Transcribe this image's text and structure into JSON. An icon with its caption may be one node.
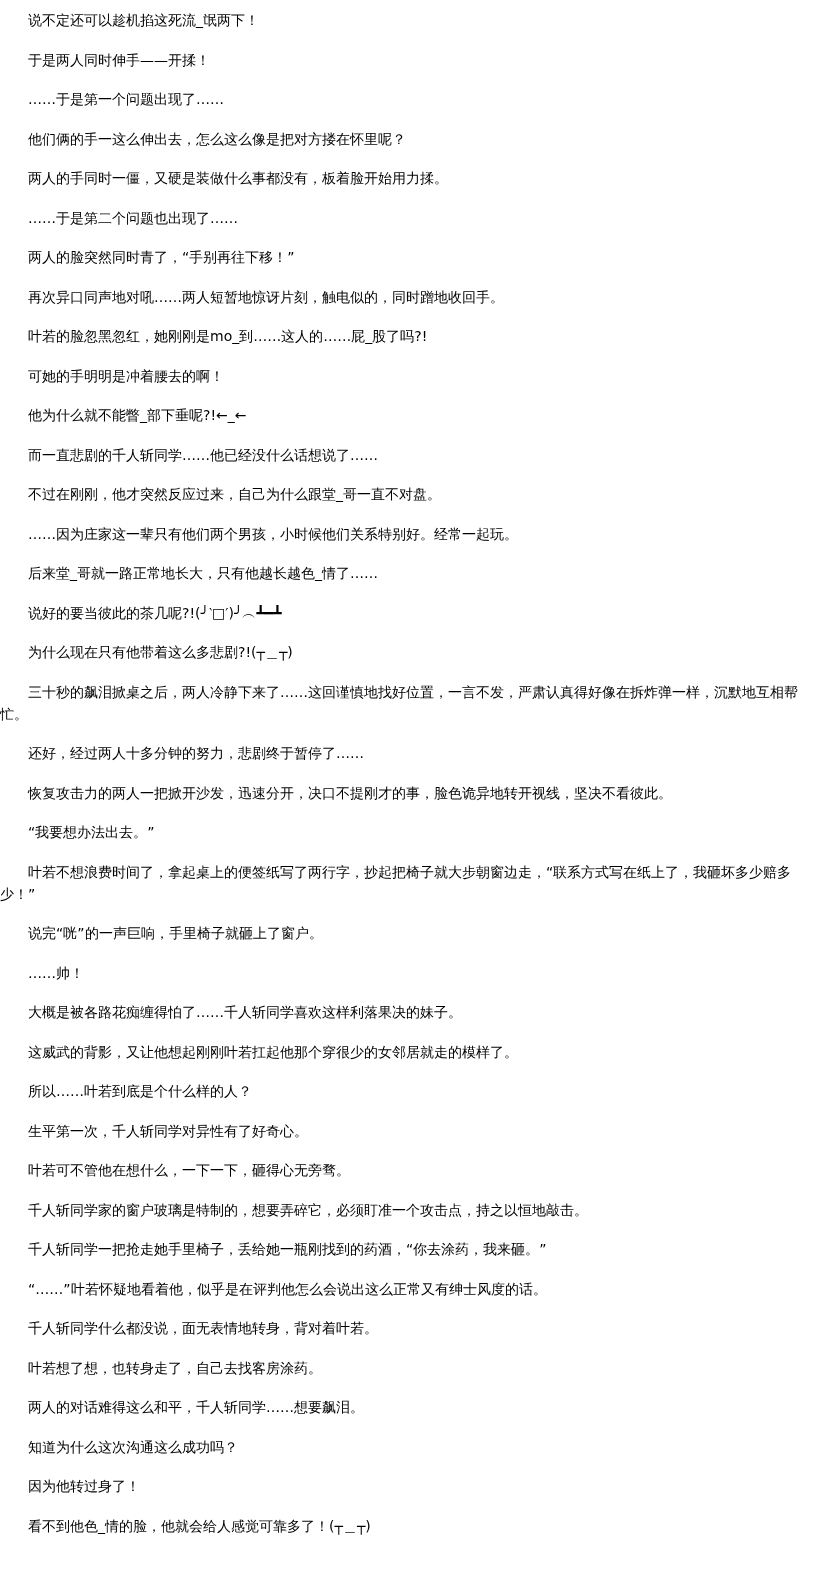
{
  "diagram": {
    "labels": [
      "说不定还可以趁机掐这死流_氓两下！",
      "于是两人同时伸手——开揉！",
      "……于是第一个问题出现了……",
      "他们俩的手一这么伸出去，怎么这么像是把对方搂在怀里呢？",
      "两人的手同时一僵，又硬是装做什么事都没有，板着脸开始用力揉。",
      "……于是第二个问题也出现了……",
      "两人的脸突然同时青了，“手别再往下移！”",
      "再次异口同声地对吼……两人短暂地惊讶片刻，触电似的，同时蹭地收回手。",
      "叶若的脸忽黑忽红，她刚刚是mo_到……这人的……屁_股了吗?!",
      "可她的手明明是冲着腰去的啊！",
      "他为什么就不能瞥_部下垂呢?!←_←",
      "而一直悲剧的千人斩同学……他已经没什么话想说了……",
      "不过在刚刚，他才突然反应过来，自己为什么跟堂_哥一直不对盘。",
      "……因为庄家这一辈只有他们两个男孩，小时候他们关系特别好。经常一起玩。",
      "后来堂_哥就一路正常地长大，只有他越长越色_情了……",
      "说好的要当彼此的茶几呢?!(╯‵□′)╯︵┻━┻",
      "为什么现在只有他带着这么多悲剧?!(┬＿┬)",
      "三十秒的飙泪掀桌之后，两人冷静下来了……这回谨慎地找好位置，一言不发，严肃认真得好像在拆炸弹一样，沉默地互相帮忙。",
      "还好，经过两人十多分钟的努力，悲剧终于暂停了……",
      "恢复攻击力的两人一把掀开沙发，迅速分开，决口不提刚才的事，脸色诡异地转开视线，坚决不看彼此。",
      "“我要想办法出去。”",
      "叶若不想浪费时间了，拿起桌上的便签纸写了两行字，抄起把椅子就大步朝窗边走，“联系方式写在纸上了，我砸坏多少赔多少！”",
      "说完“咣”的一声巨响，手里椅子就砸上了窗户。",
      "……帅！",
      "大概是被各路花痴缠得怕了……千人斩同学喜欢这样利落果决的妹子。",
      "这威武的背影，又让他想起刚刚叶若扛起他那个穿很少的女邻居就走的模样了。",
      "所以……叶若到底是个什么样的人？",
      "生平第一次，千人斩同学对异性有了好奇心。",
      "叶若可不管他在想什么，一下一下，砸得心无旁骛。",
      "千人斩同学家的窗户玻璃是特制的，想要弄碎它，必须盯准一个攻击点，持之以恒地敲击。",
      "千人斩同学一把抢走她手里椅子，丢给她一瓶刚找到的药酒，“你去涂药，我来砸。”",
      "“……”叶若怀疑地看着他，似乎是在评判他怎么会说出这么正常又有绅士风度的话。",
      "千人斩同学什么都没说，面无表情地转身，背对着叶若。",
      "叶若想了想，也转身走了，自己去找客房涂药。",
      "两人的对话难得这么和平，千人斩同学……想要飙泪。",
      "知道为什么这次沟通这么成功吗？",
      "因为他转过身了！",
      "看不到他色_情的脸，他就会给人感觉可靠多了！(┬＿┬)"
    ]
  }
}
